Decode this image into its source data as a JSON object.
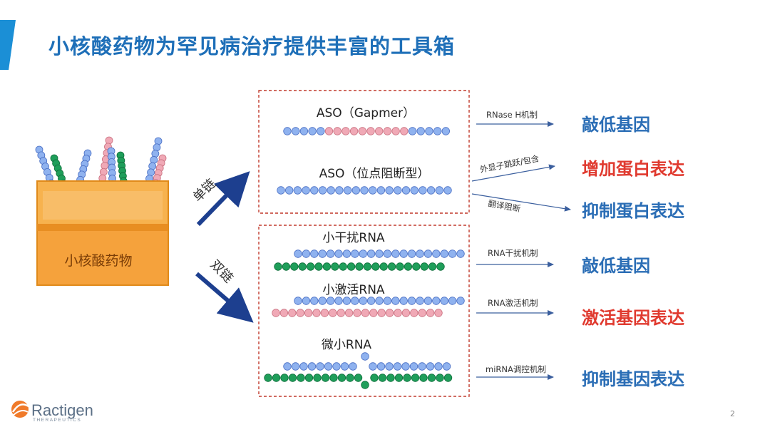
{
  "slide": {
    "title": "小核酸药物为罕见病治疗提供丰富的工具箱",
    "page_number": "2"
  },
  "box": {
    "label": "小核酸药物"
  },
  "branches": {
    "single": "单链",
    "double": "双链"
  },
  "single_strand": {
    "gapmer_label": "ASO（Gapmer）",
    "steric_label": "ASO（位点阻断型）"
  },
  "double_strand": {
    "sirna_label": "小干扰RNA",
    "sarna_label": "小激活RNA",
    "mirna_label": "微小RNA"
  },
  "mechanisms": {
    "rnase_h": "RNase H机制",
    "exon_skip": "外显子跳跃/包含",
    "translation_block": "翻译阻断",
    "rnai": "RNA干扰机制",
    "rnaa": "RNA激活机制",
    "mirna": "miRNA调控机制"
  },
  "outcomes": {
    "knockdown_1": "敲低基因",
    "increase_protein": "增加蛋白表达",
    "inhibit_protein": "抑制蛋白表达",
    "knockdown_2": "敲低基因",
    "activate_gene": "激活基因表达",
    "inhibit_gene": "抑制基因表达"
  },
  "logo": {
    "name": "Ractigen",
    "subtitle": "THERAPEUTICS"
  },
  "colors": {
    "title": "#1e6fb8",
    "outcome_blue": "#2a6db5",
    "outcome_red": "#e03a2f",
    "bead_blue": "#8fb2ef",
    "bead_pink": "#f0a9b6",
    "bead_green": "#1f9e5a",
    "box_orange": "#f5a23c",
    "dashed_red": "#c0392b"
  }
}
